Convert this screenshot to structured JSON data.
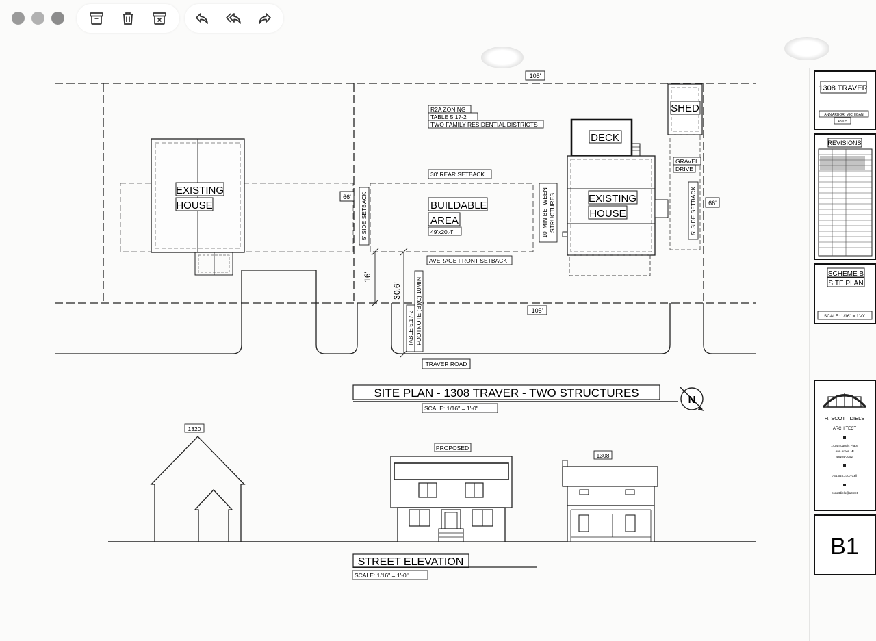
{
  "toolbar": {
    "window_controls": [
      "close",
      "minimize",
      "maximize"
    ],
    "buttons": [
      {
        "name": "archive-icon",
        "action": "archive"
      },
      {
        "name": "trash-icon",
        "action": "delete"
      },
      {
        "name": "junk-icon",
        "action": "junk"
      },
      {
        "name": "reply-icon",
        "action": "reply"
      },
      {
        "name": "reply-all-icon",
        "action": "reply-all"
      },
      {
        "name": "forward-icon",
        "action": "forward"
      }
    ]
  },
  "plan": {
    "dim_top": "105'",
    "dim_bottom": "105'",
    "dim_left": "66'",
    "dim_right": "66'",
    "zoning": [
      "R2A ZONING",
      "TABLE 5.17-2",
      "TWO FAMILY RESIDENTIAL DISTRICTS"
    ],
    "existing_house_left": [
      "EXISTING",
      "HOUSE"
    ],
    "existing_house_right": [
      "EXISTING",
      "HOUSE"
    ],
    "rear_setback": "30' REAR SETBACK",
    "side_setback_left": "5' SIDE SETBACK",
    "side_setback_right": "5' SIDE SETBACK",
    "buildable": [
      "BUILDABLE",
      "AREA"
    ],
    "buildable_dims": "49'x20.4'",
    "min_between": [
      "10' MIN BETWEEN",
      "STRUCTURES"
    ],
    "average_front": "AVERAGE FRONT SETBACK",
    "deck": "DECK",
    "shed": "SHED",
    "gravel": [
      "GRAVEL",
      "DRIVE"
    ],
    "dim_16": "16'",
    "dim_306": "30.6'",
    "footnote": [
      "TABLE 5.17-2",
      "FOOTNOTE (B)(C) 10MIN"
    ],
    "road": "TRAVER ROAD",
    "title": "SITE PLAN - 1308 TRAVER - TWO STRUCTURES",
    "scale": "SCALE: 1/16\" = 1'-0\"",
    "north": "N"
  },
  "elevation": {
    "label_1320": "1320",
    "label_proposed": "PROPOSED",
    "label_1308": "1308",
    "title": "STREET ELEVATION",
    "scale": "SCALE: 1/16\" = 1'-0\""
  },
  "titleblock": {
    "project": "1308 TRAVER",
    "city": "ANN ARBOR, MICHIGAN",
    "zip": "48105",
    "revisions": "REVISIONS",
    "scheme": [
      "SCHEME B",
      "SITE PLAN"
    ],
    "scale": "SCALE: 1/16\" = 1'-0\"",
    "architect_name": "H. SCOTT DIELS",
    "architect_title": "ARCHITECT",
    "address1": "1434 Iroquois Place",
    "address2": "Ann Arbor, MI",
    "address3": "48104-3052",
    "phone": "734.645.2707 Cell",
    "email": "hscottdiels@att.net",
    "sheet_number": "B1"
  }
}
